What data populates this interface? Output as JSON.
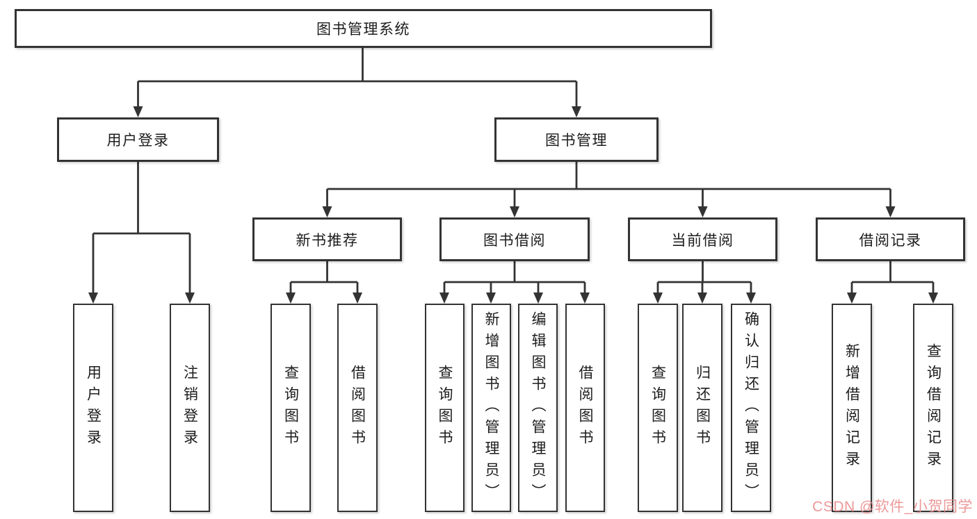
{
  "colors": {
    "line": "#333333",
    "box_border": "#333333",
    "box_background": "#ffffff",
    "text": "#1c1c1c",
    "watermark": "#e98686",
    "page_background": "#ffffff"
  },
  "nodes": {
    "root": "图书管理系统",
    "level2": [
      "用户登录",
      "图书管理"
    ],
    "level3": [
      "新书推荐",
      "图书借阅",
      "当前借阅",
      "借阅记录"
    ],
    "leaves_user_login": [
      "用户登录",
      "注销登录"
    ],
    "leaves_new_books": [
      "查询图书",
      "借阅图书"
    ],
    "leaves_book_borrowing": [
      "查询图书",
      "新增图书（管理员）",
      "编辑图书（管理员）",
      "借阅图书"
    ],
    "leaves_current_borrowing": [
      "查询图书",
      "归还图书",
      "确认归还（管理员）"
    ],
    "leaves_borrowing_records": [
      "新增借阅记录",
      "查询借阅记录"
    ]
  },
  "watermark": "CSDN @软件_小贺同学"
}
